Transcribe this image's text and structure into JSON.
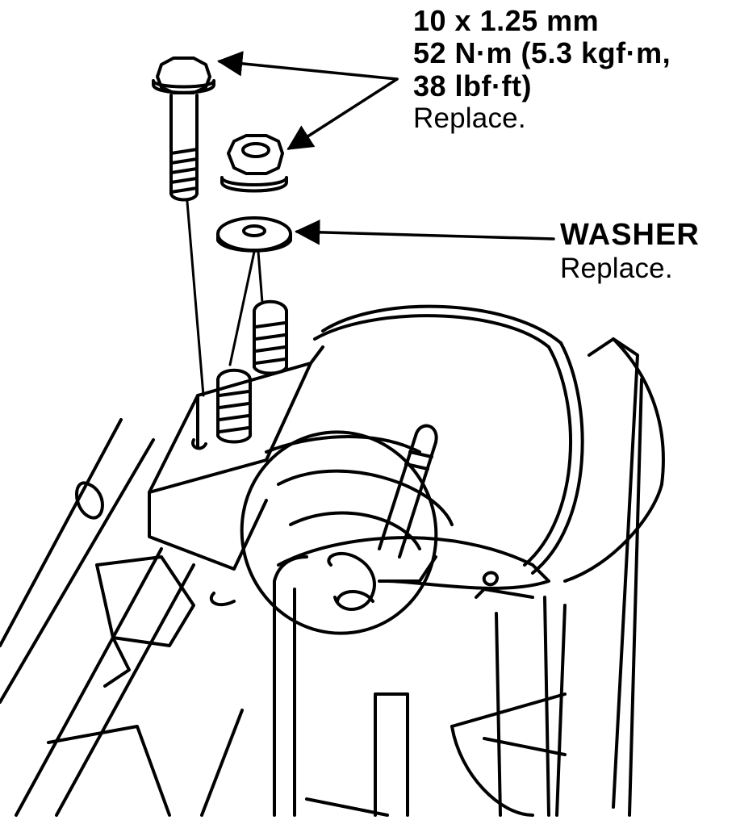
{
  "bolt_callout": {
    "size": "10 x 1.25 mm",
    "torque_line1": "52 N·m (5.3 kgf·m,",
    "torque_line2": "38 lbf·ft)",
    "note": "Replace."
  },
  "washer_callout": {
    "label": "WASHER",
    "note": "Replace."
  },
  "colors": {
    "ink": "#000000",
    "paper": "#ffffff"
  }
}
